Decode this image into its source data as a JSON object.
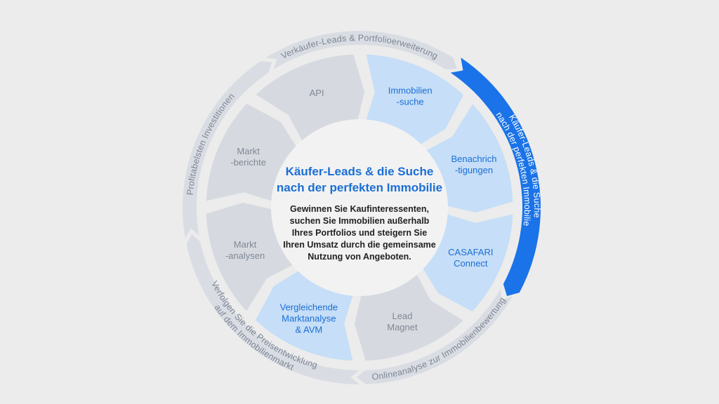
{
  "colors": {
    "background": "#ececec",
    "ring_gray": "#d9dde3",
    "ring_text_gray": "#7d8593",
    "ring_active": "#1a73e8",
    "segment_gray": "#d6dae0",
    "segment_gray_text": "#808896",
    "segment_blue": "#c6def7",
    "segment_blue_text": "#1a6fd6",
    "center_fill": "#f2f2f2",
    "center_title": "#1a6fd6",
    "center_body": "#222222"
  },
  "center": {
    "title_line1": "Käufer-Leads & die Suche",
    "title_line2": "nach der perfekten Immobilie",
    "body": [
      "Gewinnen Sie Kaufinteressenten,",
      "suchen Sie Immobilien außerhalb",
      "Ihres Portfolios und steigern Sie",
      "Ihren Umsatz durch die gemeinsame",
      "Nutzung von Angeboten."
    ]
  },
  "segments": [
    {
      "id": "immobiliensuche",
      "lines": [
        "Immobilien",
        "-suche"
      ],
      "highlight": true
    },
    {
      "id": "benachrichtigungen",
      "lines": [
        "Benachrich",
        "-tigungen"
      ],
      "highlight": true
    },
    {
      "id": "casafari-connect",
      "lines": [
        "CASAFARI",
        "Connect"
      ],
      "highlight": true
    },
    {
      "id": "lead-magnet",
      "lines": [
        "Lead",
        "Magnet"
      ],
      "highlight": false
    },
    {
      "id": "vergleichende-marktanalyse",
      "lines": [
        "Vergleichende",
        "Marktanalyse",
        "& AVM"
      ],
      "highlight": true
    },
    {
      "id": "marktanalysen",
      "lines": [
        "Markt",
        "-analysen"
      ],
      "highlight": false
    },
    {
      "id": "marktberichte",
      "lines": [
        "Markt",
        "-berichte"
      ],
      "highlight": false
    },
    {
      "id": "api",
      "lines": [
        "API"
      ],
      "highlight": false
    }
  ],
  "outer_ring": [
    {
      "id": "kaeufer-leads",
      "lines": [
        "Käufer-Leads & die Suche",
        "nach der perfekten Immobilie"
      ],
      "active": true
    },
    {
      "id": "onlineanalyse",
      "lines": [
        "Onlineanalyse zur Immobilienbewertung"
      ],
      "active": false
    },
    {
      "id": "preisentwicklung",
      "lines": [
        "Verfolgen Sie die Preisentwicklung",
        "auf dem Immobilienmarkt"
      ],
      "active": false
    },
    {
      "id": "investitionen",
      "lines": [
        "Profitabelsten Investitionen"
      ],
      "active": false
    },
    {
      "id": "verkaeufer-leads",
      "lines": [
        "Verkäufer-Leads & Portfolioerweiterung"
      ],
      "active": false
    }
  ]
}
